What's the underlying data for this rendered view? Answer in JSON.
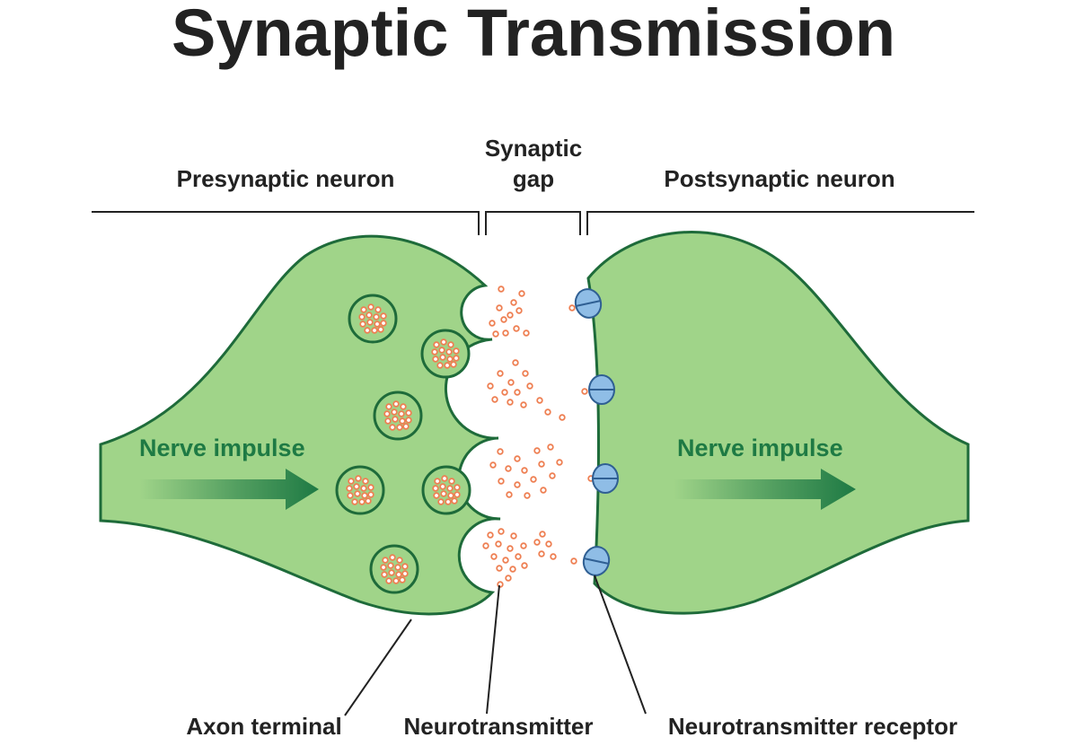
{
  "title": "Synaptic Transmission",
  "regions": {
    "presynaptic": "Presynaptic neuron",
    "gap_line1": "Synaptic",
    "gap_line2": "gap",
    "postsynaptic": "Postsynaptic neuron"
  },
  "impulse_left": "Nerve impulse",
  "impulse_right": "Nerve impulse",
  "callouts": {
    "axon_terminal": "Axon terminal",
    "neurotransmitter": "Neurotransmitter",
    "receptor": "Neurotransmitter receptor"
  },
  "colors": {
    "neuron_fill": "#a0d489",
    "membrane_stroke": "#1e6b3a",
    "impulse_text": "#1e7a44",
    "neurotransmitter": "#ee7f52",
    "receptor": "#8fbde6"
  }
}
